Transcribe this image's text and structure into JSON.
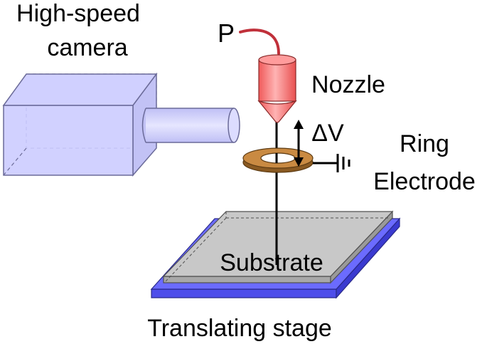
{
  "labels": {
    "camera_line1": "High-speed",
    "camera_line2": "camera",
    "pressure": "P",
    "nozzle": "Nozzle",
    "voltage": "ΔV",
    "electrode_line1": "Ring",
    "electrode_line2": "Electrode",
    "substrate": "Substrate",
    "stage": "Translating stage"
  },
  "icons": {
    "ground": "ground-symbol-icon",
    "voltage_arrow": "double-arrow-icon"
  },
  "colors": {
    "camera_fill": "#ccccff",
    "camera_stroke": "#6b6b99",
    "nozzle_fill": "#f46b6b",
    "nozzle_light": "#ffaaaa",
    "pressure_line": "#c0303a",
    "electrode_fill": "#c98a42",
    "electrode_stroke": "#5c3a12",
    "substrate_fill": "#c8c8c8",
    "stage_fill": "#6b6bff",
    "stage_stroke": "#2a2a8a"
  }
}
